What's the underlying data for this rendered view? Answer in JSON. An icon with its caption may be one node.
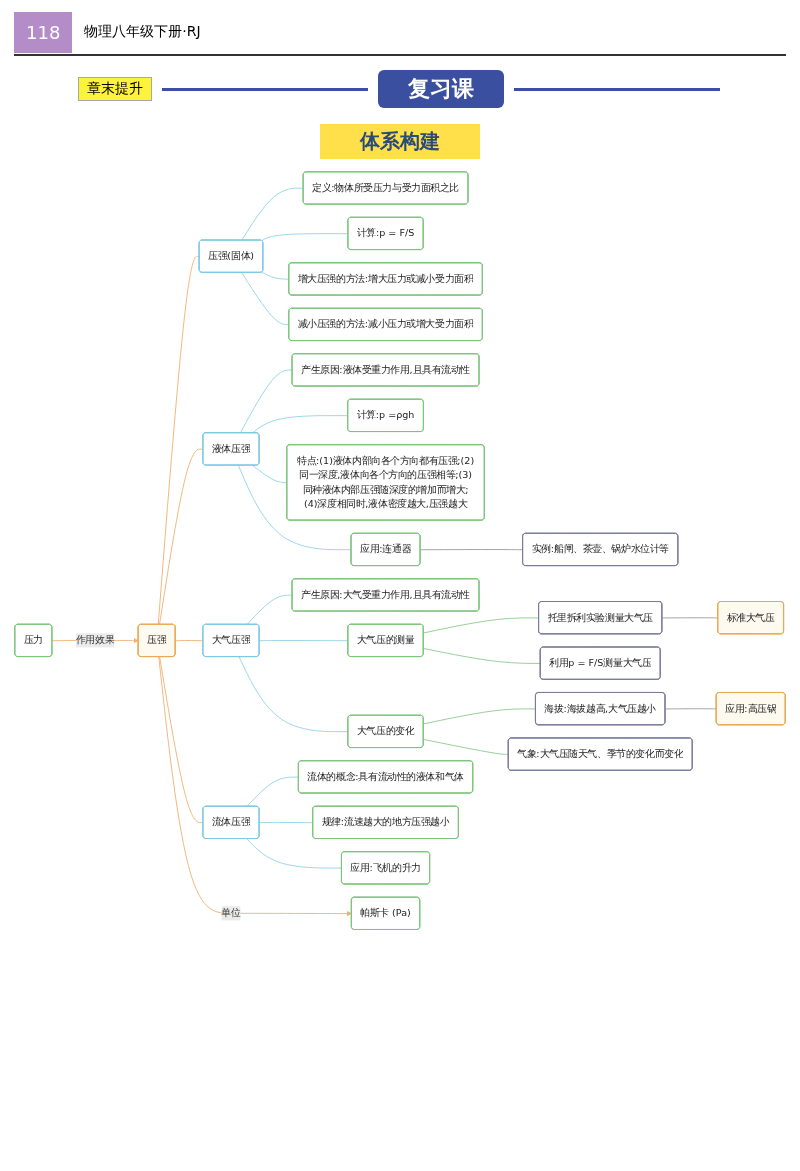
{
  "diagram": {
    "title": "体系构建",
    "nodes": [
      {
        "text": [
          "压力"
        ]
      },
      {
        "text": [
          "压强"
        ]
      },
      {
        "text": [
          "帕斯卡 (Pa)"
        ]
      },
      {
        "text": [
          "压强(固体)"
        ]
      },
      {
        "text": [
          "定义:物体所受压力与受力面积之比"
        ]
      },
      {
        "text": [
          "计算:p = F/S"
        ]
      },
      {
        "text": [
          "增大压强的方法:增大压力或减小受力面积"
        ]
      },
      {
        "text": [
          "减小压强的方法:减小压力或增大受力面积"
        ]
      },
      {
        "text": [
          "液体压强"
        ]
      },
      {
        "text": [
          "产生原因:液体受重力作用,且具有流动性"
        ]
      },
      {
        "text": [
          "计算:p =ρgh"
        ]
      },
      {
        "text": [
          "特点:(1)液体内部向各个方向都有压强;(2)同一深度,液体向各个方向的压强相等;(3)同种液体内部压强随深度的增加而增大;(4)深度相同时,液体密度越大,压强越大"
        ]
      },
      {
        "text": [
          "应用:连通器"
        ]
      },
      {
        "text": [
          "实例:船闸、茶壶、锅炉水位计等"
        ]
      },
      {
        "text": [
          "大气压强"
        ]
      },
      {
        "text": [
          "产生原因:大气受重力作用,且具有流动性"
        ]
      },
      {
        "text": [
          "大气压的测量"
        ]
      },
      {
        "text": [
          "托里拆利实验测量大气压"
        ]
      },
      {
        "text": [
          "标准大气压"
        ]
      },
      {
        "text": [
          "利用p = F/S测量大气压"
        ]
      },
      {
        "text": [
          "大气压的变化"
        ]
      },
      {
        "text": [
          "海拔:海拔越高,大气压越小"
        ]
      },
      {
        "text": [
          "应用:高压锅"
        ]
      },
      {
        "text": [
          "气象:大气压随天气、季节的变化而变化"
        ]
      },
      {
        "text": [
          "流体压强"
        ]
      },
      {
        "text": [
          "流体的概念:具有流动性的液体和气体"
        ]
      },
      {
        "text": [
          "规律:流速越大的地方压强越小"
        ]
      },
      {
        "text": [
          "应用:飞机的升力"
        ]
      }
    ],
    "edges": [
      {
        "from": 0,
        "to": 1,
        "arrow": "to",
        "label": "作用效果",
        "color": "#f0b070"
      },
      {
        "from": 1,
        "to": 2,
        "arrow": "to",
        "label": "单位",
        "color": "#f0b070"
      },
      {
        "from": 1,
        "to": 3,
        "arrow": "none",
        "color": "#f0b070"
      },
      {
        "from": 1,
        "to": 8,
        "arrow": "none",
        "color": "#f0b070"
      },
      {
        "from": 1,
        "to": 14,
        "arrow": "none",
        "color": "#f0b070"
      },
      {
        "from": 1,
        "to": 24,
        "arrow": "none",
        "color": "#f0b070"
      },
      {
        "from": 3,
        "to": 4,
        "arrow": "none"
      },
      {
        "from": 3,
        "to": 5,
        "arrow": "none"
      },
      {
        "from": 3,
        "to": 6,
        "arrow": "none"
      },
      {
        "from": 3,
        "to": 7,
        "arrow": "none"
      },
      {
        "from": 8,
        "to": 9,
        "arrow": "none"
      },
      {
        "from": 8,
        "to": 10,
        "arrow": "none"
      },
      {
        "from": 8,
        "to": 11,
        "arrow": "none"
      },
      {
        "from": 8,
        "to": 12,
        "arrow": "none"
      },
      {
        "from": 12,
        "to": 13,
        "arrow": "none",
        "color": "#999999"
      },
      {
        "from": 14,
        "to": 15,
        "arrow": "none"
      },
      {
        "from": 14,
        "to": 16,
        "arrow": "none"
      },
      {
        "from": 14,
        "to": 20,
        "arrow": "none"
      },
      {
        "from": 16,
        "to": 17,
        "arrow": "none",
        "color": "#8cc98c"
      },
      {
        "from": 16,
        "to": 19,
        "arrow": "none",
        "color": "#8cc98c"
      },
      {
        "from": 17,
        "to": 18,
        "arrow": "none",
        "color": "#999999"
      },
      {
        "from": 20,
        "to": 21,
        "arrow": "none",
        "color": "#8cc98c"
      },
      {
        "from": 20,
        "to": 23,
        "arrow": "none",
        "color": "#8cc98c"
      },
      {
        "from": 21,
        "to": 22,
        "arrow": "none",
        "color": "#999999"
      },
      {
        "from": 24,
        "to": 25,
        "arrow": "none"
      },
      {
        "from": 24,
        "to": 26,
        "arrow": "none"
      },
      {
        "from": 24,
        "to": 27,
        "arrow": "none"
      }
    ],
    "labels": [
      "118",
      "物理八年级下册·RJ",
      "章末提升",
      "复习课"
    ]
  }
}
